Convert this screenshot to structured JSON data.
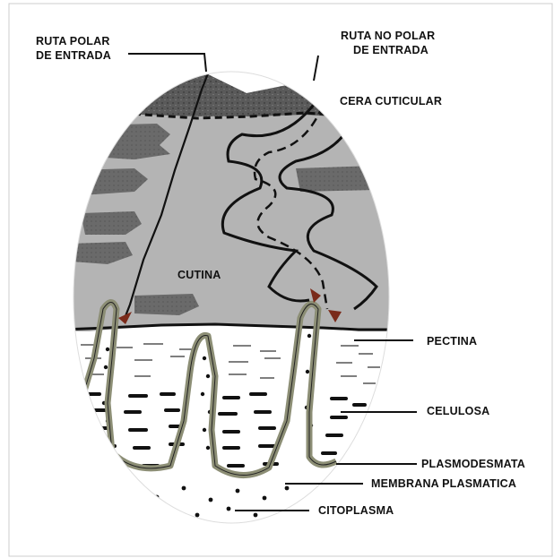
{
  "labels": {
    "ruta_polar_1": "RUTA POLAR",
    "ruta_polar_2": "DE ENTRADA",
    "ruta_no_polar_1": "RUTA NO POLAR",
    "ruta_no_polar_2": "DE ENTRADA",
    "cera_cuticular": "CERA CUTICULAR",
    "cutina": "CUTINA",
    "pectina": "PECTINA",
    "celulosa": "CELULOSA",
    "plasmodesmata": "PLASMODESMATA",
    "membrana_plasmatica": "MEMBRANA PLASMATICA",
    "citoplasma": "CITOPLASMA"
  },
  "colors": {
    "cutina": "#b4b4b4",
    "cera": "#555555",
    "wax_patch": "#6a6a6a",
    "membrane": "#8c8e75",
    "arrow": "#7a2a1a"
  }
}
